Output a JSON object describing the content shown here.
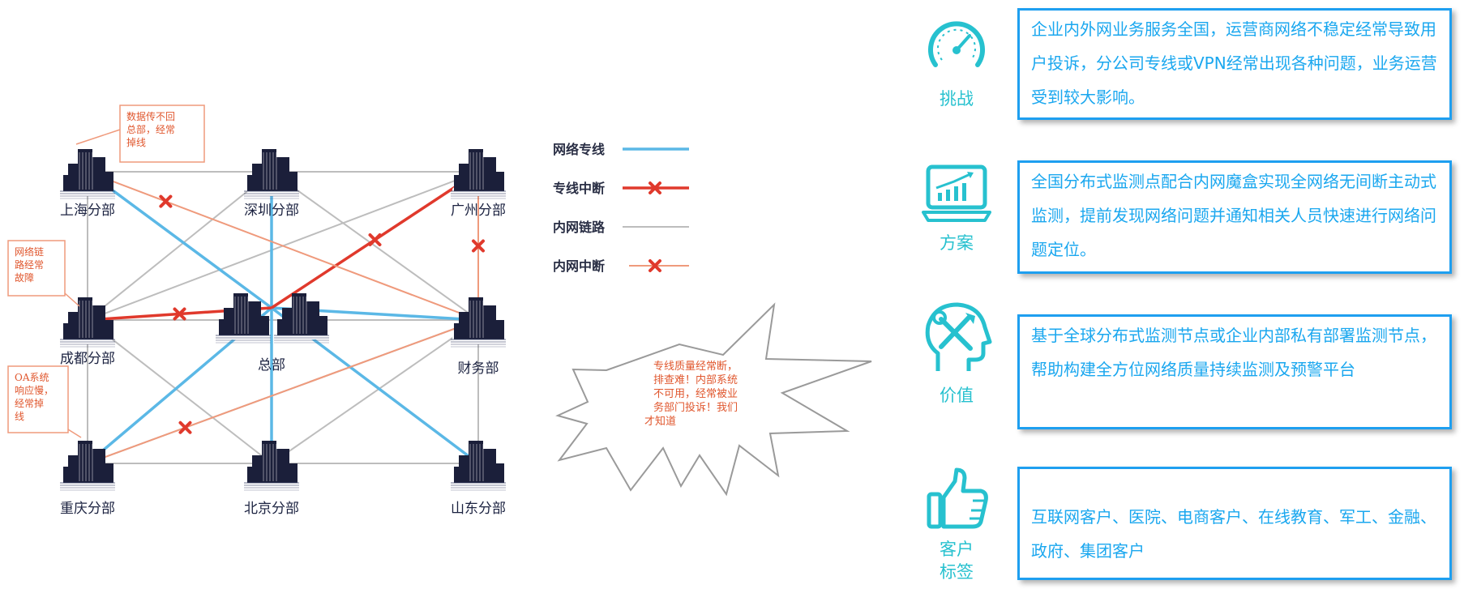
{
  "buildings": [
    {
      "id": "sh",
      "label": "上海分部"
    },
    {
      "id": "sz",
      "label": "深圳分部"
    },
    {
      "id": "gz",
      "label": "广州分部"
    },
    {
      "id": "cd",
      "label": "成都分部"
    },
    {
      "id": "hq",
      "label": "总部"
    },
    {
      "id": "cw",
      "label": "财务部"
    },
    {
      "id": "cq",
      "label": "重庆分部"
    },
    {
      "id": "bj",
      "label": "北京分部"
    },
    {
      "id": "sd",
      "label": "山东分部"
    }
  ],
  "links": [
    {
      "from": "sh",
      "to": "sz",
      "kind": "intranet"
    },
    {
      "from": "sz",
      "to": "gz",
      "kind": "intranet"
    },
    {
      "from": "cq",
      "to": "bj",
      "kind": "intranet"
    },
    {
      "from": "bj",
      "to": "sd",
      "kind": "intranet"
    },
    {
      "from": "sh",
      "to": "cd",
      "kind": "intranet"
    },
    {
      "from": "cd",
      "to": "cq",
      "kind": "intranet"
    },
    {
      "from": "cw",
      "to": "sd",
      "kind": "intranet"
    },
    {
      "from": "sz",
      "to": "cd",
      "kind": "intranet"
    },
    {
      "from": "sz",
      "to": "cw",
      "kind": "intranet"
    },
    {
      "from": "gz",
      "to": "cd",
      "kind": "intranet"
    },
    {
      "from": "cd",
      "to": "bj",
      "kind": "intranet"
    },
    {
      "from": "cd",
      "to": "cw",
      "kind": "intranet"
    },
    {
      "from": "cw",
      "to": "bj",
      "kind": "intranet"
    },
    {
      "from": "cw",
      "to": "cq",
      "kind": "intranet"
    },
    {
      "from": "sh",
      "to": "hq",
      "kind": "dedicated"
    },
    {
      "from": "sz",
      "to": "hq",
      "kind": "dedicated"
    },
    {
      "from": "hq",
      "to": "cw",
      "kind": "dedicated"
    },
    {
      "from": "hq",
      "to": "cq",
      "kind": "dedicated"
    },
    {
      "from": "hq",
      "to": "bj",
      "kind": "dedicated"
    },
    {
      "from": "hq",
      "to": "sd",
      "kind": "dedicated"
    },
    {
      "from": "hq",
      "to": "gz",
      "kind": "dedicated-broken"
    },
    {
      "from": "cd",
      "to": "hq",
      "kind": "dedicated-broken"
    },
    {
      "from": "sh",
      "to": "cw",
      "kind": "intranet-broken"
    },
    {
      "from": "gz",
      "to": "cw",
      "kind": "intranet-broken"
    },
    {
      "from": "cq",
      "to": "cw",
      "kind": "intranet-broken"
    }
  ],
  "legend": [
    {
      "label": "网络专线",
      "kind": "dedicated"
    },
    {
      "label": "专线中断",
      "kind": "dedicated-broken"
    },
    {
      "label": "内网链路",
      "kind": "intranet"
    },
    {
      "label": "内网中断",
      "kind": "intranet-broken"
    }
  ],
  "notes": [
    {
      "id": "n1",
      "lines": [
        "数据传不回",
        "总部，经常",
        "掉线"
      ]
    },
    {
      "id": "n2",
      "lines": [
        "网络链",
        "路经常",
        "故障"
      ]
    },
    {
      "id": "n3",
      "lines": [
        "OA系统",
        "响应慢，",
        "经常掉",
        "线"
      ]
    }
  ],
  "callout_lines": [
    "专线质量经常断，",
    "排查难！内部系统",
    "不可用，经常被业",
    "务部门投诉！我们",
    "才知道"
  ],
  "colors": {
    "dedicated": "#5bb8e6",
    "dedicated_broken": "#e0392c",
    "intranet": "#bdbdbd",
    "intranet_broken": "#ef9a7c",
    "accent": "#27c1cf",
    "card_border": "#1e9ff0"
  },
  "sections": [
    {
      "icon": "speedometer-icon",
      "label": "挑战",
      "text": "企业内外网业务服务全国，运营商网络不稳定经常导致用户投诉，分公司专线或VPN经常出现各种问题，业务运营受到较大影响。"
    },
    {
      "icon": "monitor-chart-icon",
      "label": "方案",
      "text": "全国分布式监测点配合内网魔盒实现全网络无间断主动式监测，提前发现网络问题并通知相关人员快速进行网络问题定位。"
    },
    {
      "icon": "head-tools-icon",
      "label": "价值",
      "text": "基于全球分布式监测节点或企业内部私有部署监测节点，帮助构建全方位网络质量持续监测及预警平台"
    },
    {
      "icon": "thumbs-up-icon",
      "label": "客户标签",
      "text": "互联网客户、医院、电商客户、在线教育、军工、金融、政府、集团客户"
    }
  ]
}
